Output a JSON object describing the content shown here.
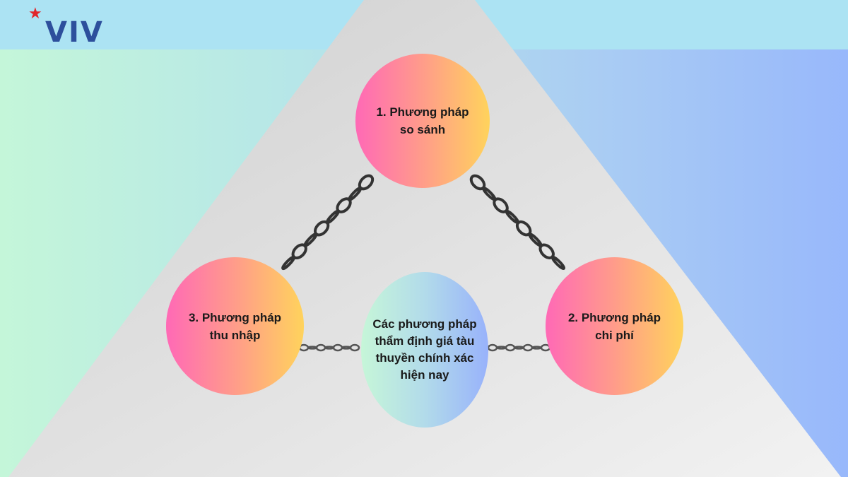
{
  "logo": {
    "text": "VIV",
    "star": "★"
  },
  "diagram": {
    "top": "1. Phương pháp so sánh",
    "right": "2. Phương pháp chi phí",
    "left": "3. Phương pháp thu nhập",
    "center": "Các phương pháp thẩm định giá tàu thuyền chính xác hiện nay"
  },
  "colors": {
    "pyramid": "#d3d3d3",
    "circle_gradient": [
      "#ff69b6",
      "#ffd35c"
    ],
    "center_gradient": [
      "#c6f6d8",
      "#98b2fb"
    ],
    "logo_blue": "#2d4f9c",
    "logo_star": "#e0262a"
  }
}
